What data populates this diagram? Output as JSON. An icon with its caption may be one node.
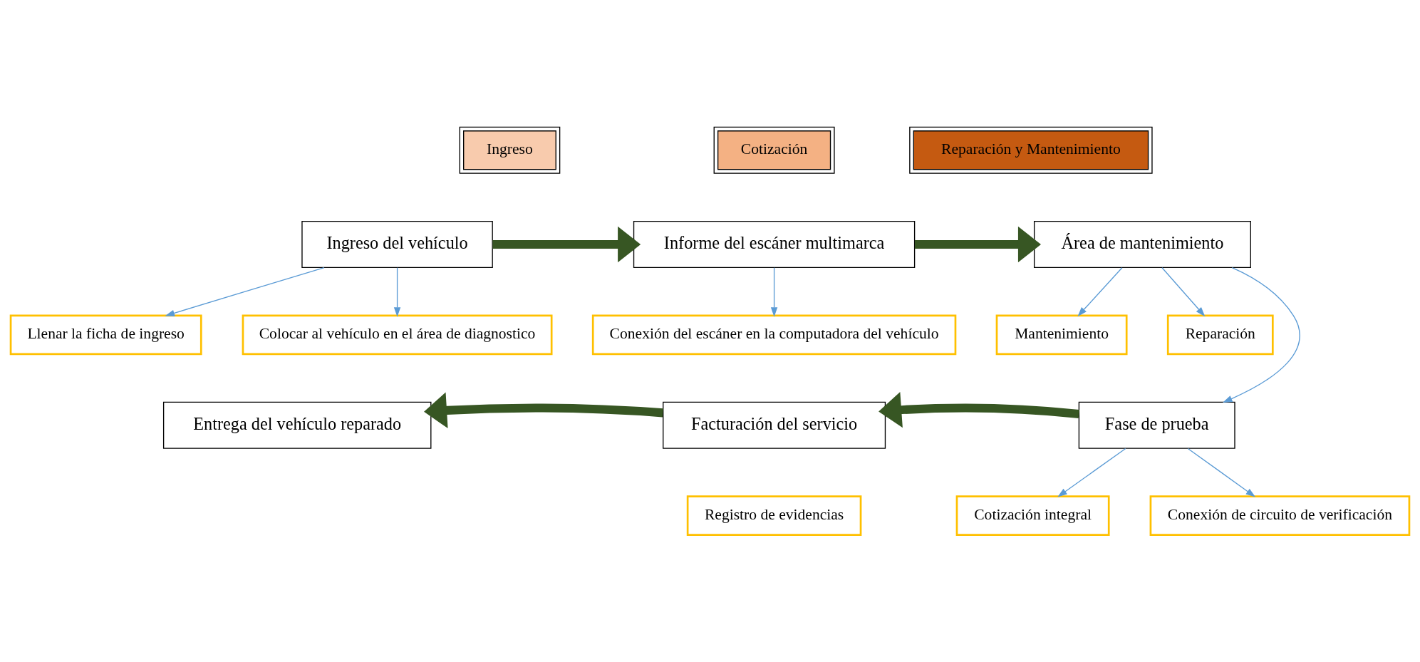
{
  "diagram": {
    "nodes": [
      {
        "text": [
          "Ingreso"
        ]
      },
      {
        "text": [
          "Cotización"
        ]
      },
      {
        "text": [
          "Reparación y Mantenimiento"
        ]
      },
      {
        "text": [
          "Ingreso del vehículo"
        ]
      },
      {
        "text": [
          "Llenar la ficha de ingreso"
        ]
      },
      {
        "text": [
          "Colocar al vehículo en el área de diagnostico"
        ]
      },
      {
        "text": [
          "Informe del escáner multimarca"
        ]
      },
      {
        "text": [
          "Conexión del escáner en la computadora del vehículo"
        ]
      },
      {
        "text": [
          "Área de mantenimiento"
        ]
      },
      {
        "text": [
          "Mantenimiento"
        ]
      },
      {
        "text": [
          "Reparación"
        ]
      },
      {
        "text": [
          "Fase de prueba"
        ]
      },
      {
        "text": [
          "Cotización integral"
        ]
      },
      {
        "text": [
          "Conexión de circuito de verificación"
        ]
      },
      {
        "text": [
          "Facturación del servicio"
        ]
      },
      {
        "text": [
          "Registro de evidencias"
        ]
      },
      {
        "text": [
          "Entrega del vehículo reparado"
        ]
      }
    ],
    "edges": [
      {
        "from": 3,
        "to": 6,
        "arrow": "to",
        "style": "thick",
        "color": "#375623"
      },
      {
        "from": 6,
        "to": 8,
        "arrow": "to",
        "style": "thick",
        "color": "#375623"
      },
      {
        "from": 3,
        "to": 4,
        "arrow": "to"
      },
      {
        "from": 3,
        "to": 5,
        "arrow": "to"
      },
      {
        "from": 6,
        "to": 7,
        "arrow": "to"
      },
      {
        "from": 8,
        "to": 9,
        "arrow": "to"
      },
      {
        "from": 8,
        "to": 10,
        "arrow": "to"
      },
      {
        "from": 8,
        "to": 11,
        "arrow": "to"
      },
      {
        "from": 11,
        "to": 12,
        "arrow": "to"
      },
      {
        "from": 11,
        "to": 13,
        "arrow": "to"
      },
      {
        "from": 11,
        "to": 14,
        "arrow": "to",
        "style": "thick",
        "color": "#375623"
      },
      {
        "from": 14,
        "to": 16,
        "arrow": "to",
        "style": "thick",
        "color": "#375623"
      }
    ]
  }
}
